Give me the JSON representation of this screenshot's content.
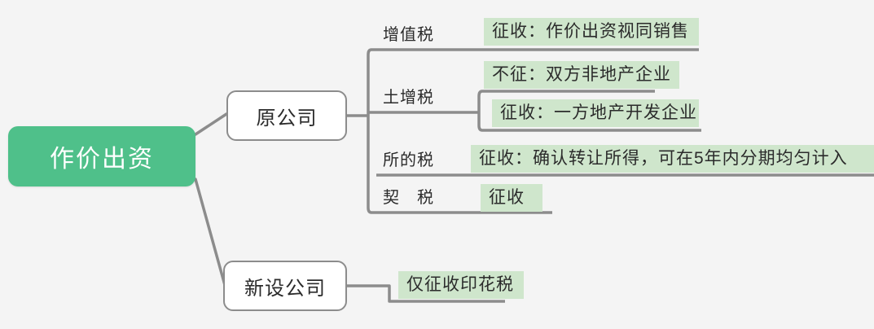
{
  "diagram": {
    "type": "mind-map",
    "root": {
      "label": "作价出资",
      "color": "#4fc08a",
      "text_color": "#ffffff"
    },
    "highlight_color": "#cfe6cc",
    "line_color": "#8c8c8c",
    "branches": [
      {
        "node": "原公司",
        "children": [
          {
            "label": "增值税",
            "leaves": [
              "征收：作价出资视同销售"
            ]
          },
          {
            "label": "土增税",
            "leaves": [
              "不征：双方非地产企业",
              "征收：一方地产开发企业"
            ]
          },
          {
            "label": "所的税",
            "leaves": [
              "征收：确认转让所得，可在5年内分期均匀计入"
            ]
          },
          {
            "label": "契　税",
            "leaves": [
              "征收"
            ]
          }
        ]
      },
      {
        "node": "新设公司",
        "children": [
          {
            "label": "",
            "leaves": [
              "仅征收印花税"
            ]
          }
        ]
      }
    ]
  }
}
